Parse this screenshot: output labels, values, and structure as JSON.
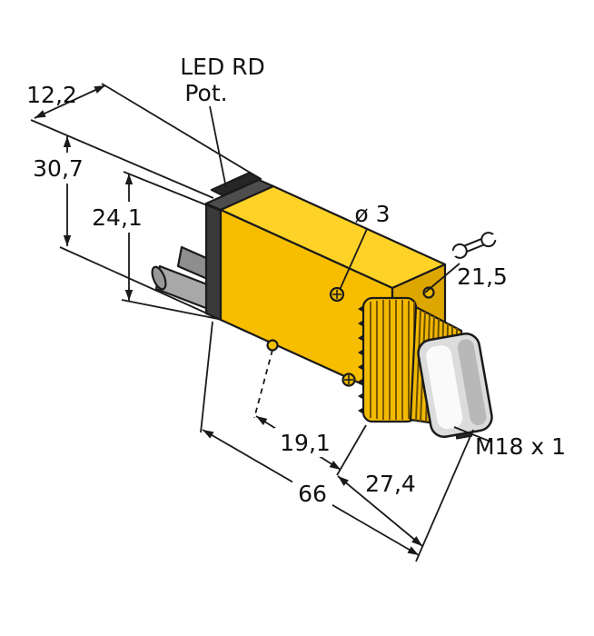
{
  "labels": {
    "led": "LED RD",
    "pot": "Pot.",
    "dim_width": "12,2",
    "dim_height_overall": "30,7",
    "dim_height_body": "24,1",
    "dim_hole_diameter": "ø 3",
    "dim_wrench": "21,5",
    "dim_stud_to_nut": "19,1",
    "dim_length": "66",
    "dim_nut_to_face": "27,4",
    "dim_thread": "M18 x 1"
  },
  "colors": {
    "body_top": "#ffd227",
    "body_side": "#f7be00",
    "body_front": "#dea600",
    "nut": "#f2ba00",
    "threads": "#f0b800",
    "screw": "#e8b700",
    "cap_dark": "#3a3a3a",
    "metal_gray": "#a8a8a8",
    "lens": "#dcdcdc",
    "line": "#1a1a1a"
  },
  "icons": {
    "wrench": "wrench-icon"
  }
}
